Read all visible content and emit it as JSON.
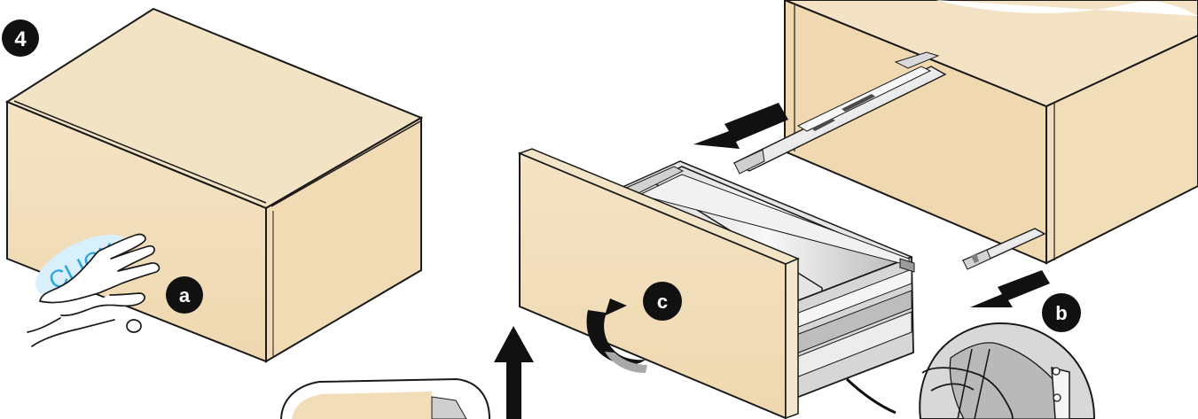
{
  "step": {
    "number": "4"
  },
  "callouts": {
    "a": "a",
    "b": "b",
    "c": "c"
  },
  "badge": {
    "click_text": "CLICK"
  },
  "colors": {
    "panel": "#f2dfbc",
    "panel_dark": "#e6cda3",
    "line": "#1a1a1a",
    "metal_light": "#e7e7e7",
    "metal_dark": "#a9a9a9",
    "accent_blue": "#2aa7df",
    "accent_blue_fill": "#d8f0fb",
    "badge_fill": "#111111"
  },
  "icons": {
    "hand": "hand-icon",
    "arrows": [
      "left-arrow-icon",
      "up-arrow-icon",
      "curved-arrow-icon"
    ]
  }
}
